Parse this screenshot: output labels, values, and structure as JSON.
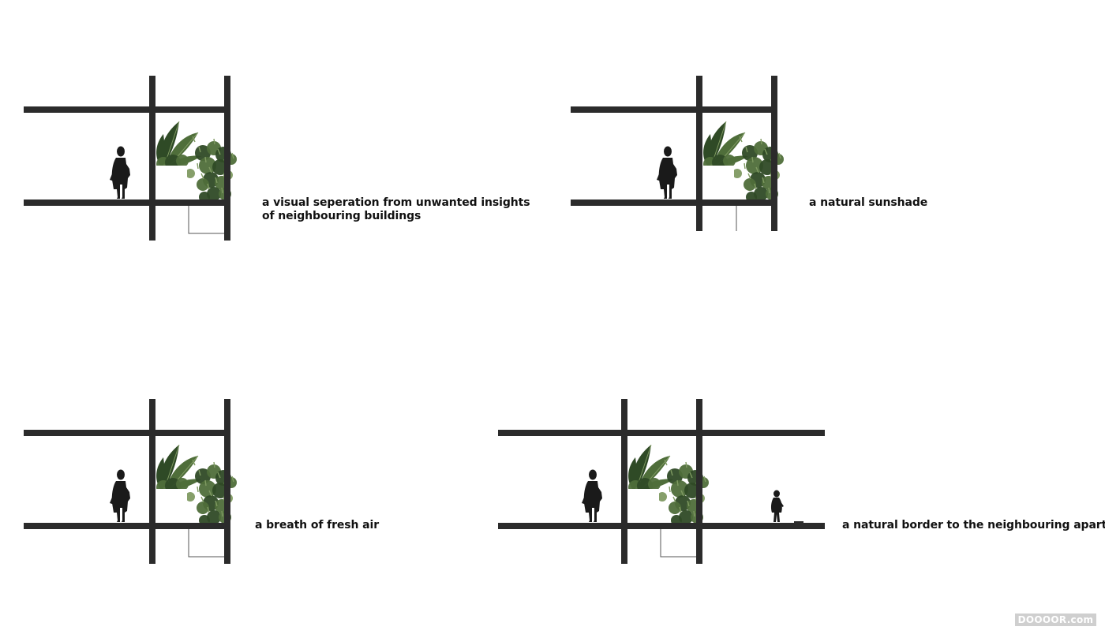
{
  "colors": {
    "structure": "#2b2b2b",
    "silhouette": "#1a1a1a",
    "foliage_dark": "#2f4a26",
    "foliage_mid": "#4f6e3a",
    "foliage_light": "#7f9a62",
    "planter": "#ffffff",
    "planter_outline": "#555555"
  },
  "panels": [
    {
      "id": "privacy",
      "caption_lines": [
        "a visual seperation from unwanted insights",
        "of neighbouring buildings"
      ]
    },
    {
      "id": "sunshade",
      "caption_lines": [
        "a natural sunshade"
      ]
    },
    {
      "id": "fresh-air",
      "caption_lines": [
        "a breath of fresh air"
      ]
    },
    {
      "id": "border",
      "caption_lines": [
        "a natural border to the neighbouring apartment"
      ]
    }
  ],
  "watermark": "DOOOOR.com"
}
